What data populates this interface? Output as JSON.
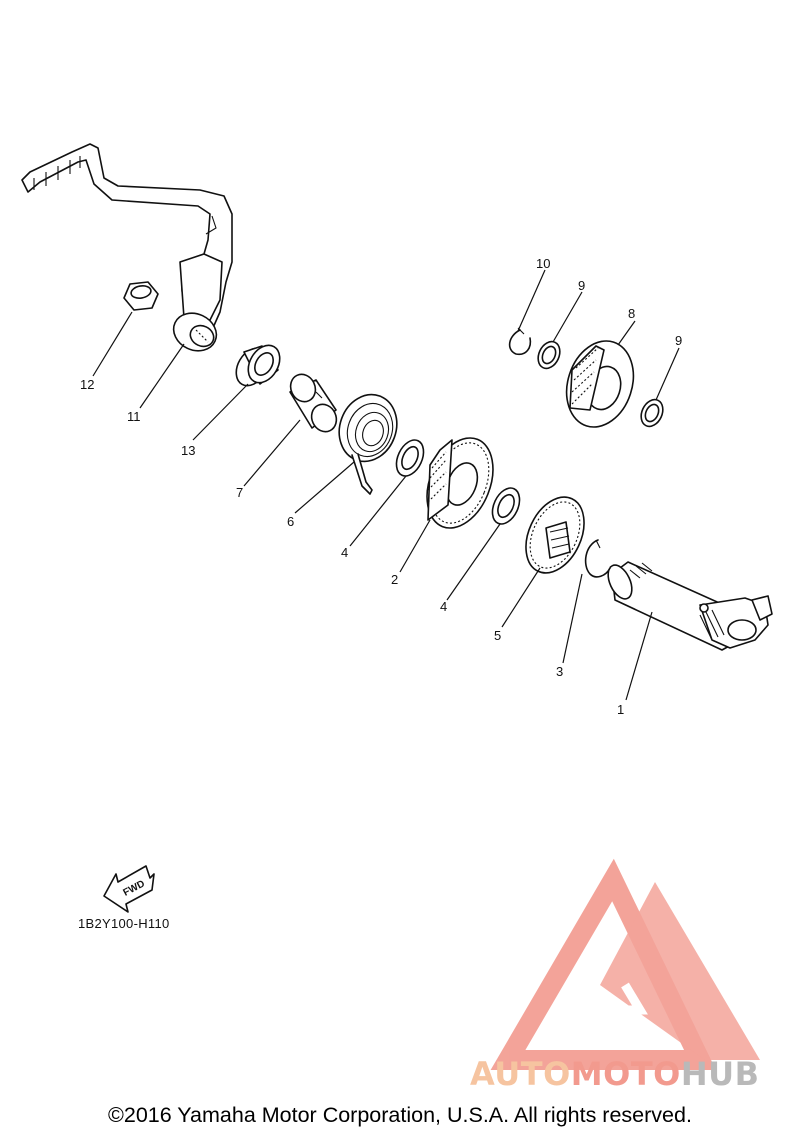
{
  "diagram": {
    "callouts": [
      {
        "id": "c1",
        "label": "1"
      },
      {
        "id": "c2",
        "label": "2"
      },
      {
        "id": "c3",
        "label": "3"
      },
      {
        "id": "c4a",
        "label": "4"
      },
      {
        "id": "c4b",
        "label": "4"
      },
      {
        "id": "c5",
        "label": "5"
      },
      {
        "id": "c6",
        "label": "6"
      },
      {
        "id": "c7",
        "label": "7"
      },
      {
        "id": "c8",
        "label": "8"
      },
      {
        "id": "c9a",
        "label": "9"
      },
      {
        "id": "c9b",
        "label": "9"
      },
      {
        "id": "c10",
        "label": "10"
      },
      {
        "id": "c11",
        "label": "11"
      },
      {
        "id": "c12",
        "label": "12"
      },
      {
        "id": "c13",
        "label": "13"
      }
    ],
    "fwd_label": "FWD",
    "diagram_code": "1B2Y100-H110"
  },
  "watermark": {
    "part1": "AUTO",
    "part2": "MOTO",
    "part3": "HUB",
    "colors": {
      "primary": "#f29a8e",
      "secondary": "#f6c4a0",
      "gray": "#b9b9b9"
    }
  },
  "footer": {
    "copyright": "©2016 Yamaha Motor Corporation, U.S.A. All rights reserved."
  }
}
